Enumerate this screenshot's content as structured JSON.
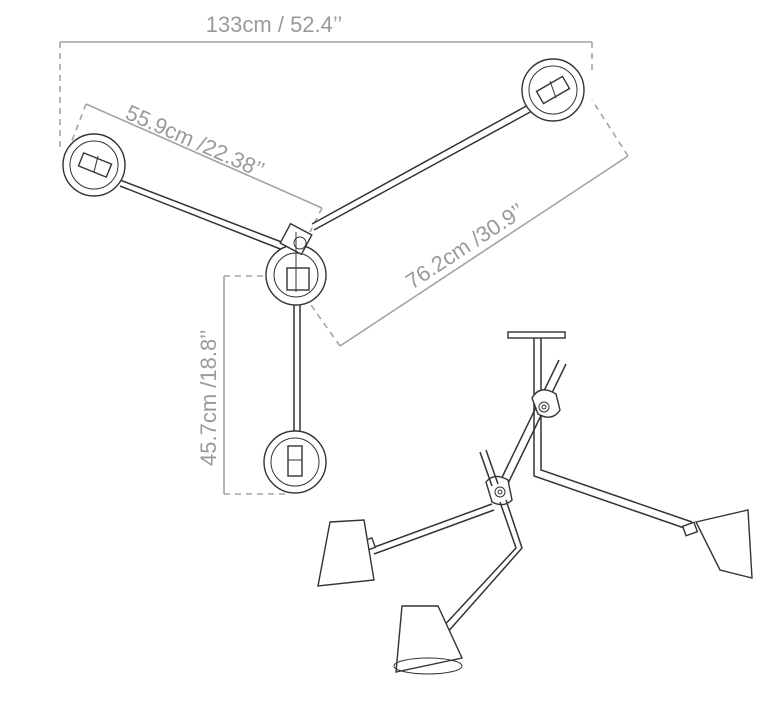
{
  "dimensions": {
    "total_width": "133cm / 52.4’’",
    "left_arm": "55.9cm /22.38’’",
    "right_arm": "76.2cm /30.9’’",
    "drop_arm": "45.7cm /18.8’’"
  },
  "colors": {
    "dimension": "#9a9a9a",
    "linework": "#333333",
    "background": "#ffffff"
  }
}
